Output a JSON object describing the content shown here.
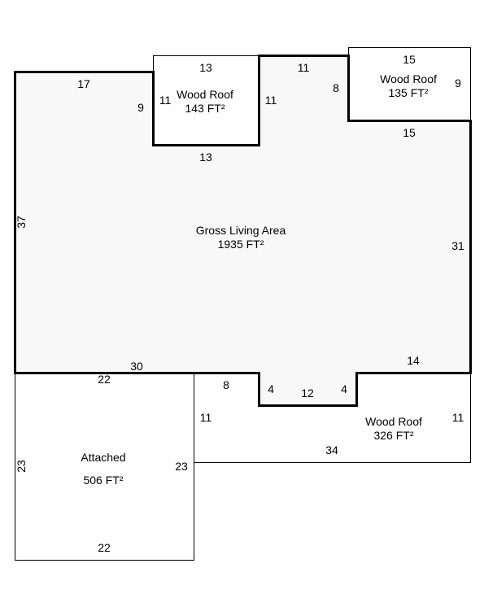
{
  "areas": {
    "gross_living": {
      "name": "Gross Living Area",
      "area": "1935 FT²"
    },
    "wood_roof_1": {
      "name": "Wood Roof",
      "area": "143 FT²"
    },
    "wood_roof_2": {
      "name": "Wood Roof",
      "area": "135 FT²"
    },
    "wood_roof_3": {
      "name": "Wood Roof",
      "area": "326 FT²"
    },
    "attached": {
      "name": "Attached",
      "area": "506 FT²"
    }
  },
  "dims": {
    "gla_top_left": "17",
    "gla_left_notch_side": "9",
    "gla_left": "37",
    "gla_bottom_left": "30",
    "gla_right": "31",
    "gla_bottom_right": "14",
    "gla_mid_top": "11",
    "gla_right_notch_side": "8",
    "wr1_top": "13",
    "wr1_left": "11",
    "wr1_right": "11",
    "wr1_bottom": "13",
    "wr2_top": "15",
    "wr2_right": "9",
    "wr2_bottom": "15",
    "notch_left": "4",
    "notch_bottom": "12",
    "notch_right": "4",
    "wr3_left_top": "8",
    "wr3_left": "11",
    "wr3_bottom": "34",
    "wr3_right": "11",
    "att_top": "22",
    "att_left": "23",
    "att_right": "23",
    "att_bottom": "22"
  }
}
